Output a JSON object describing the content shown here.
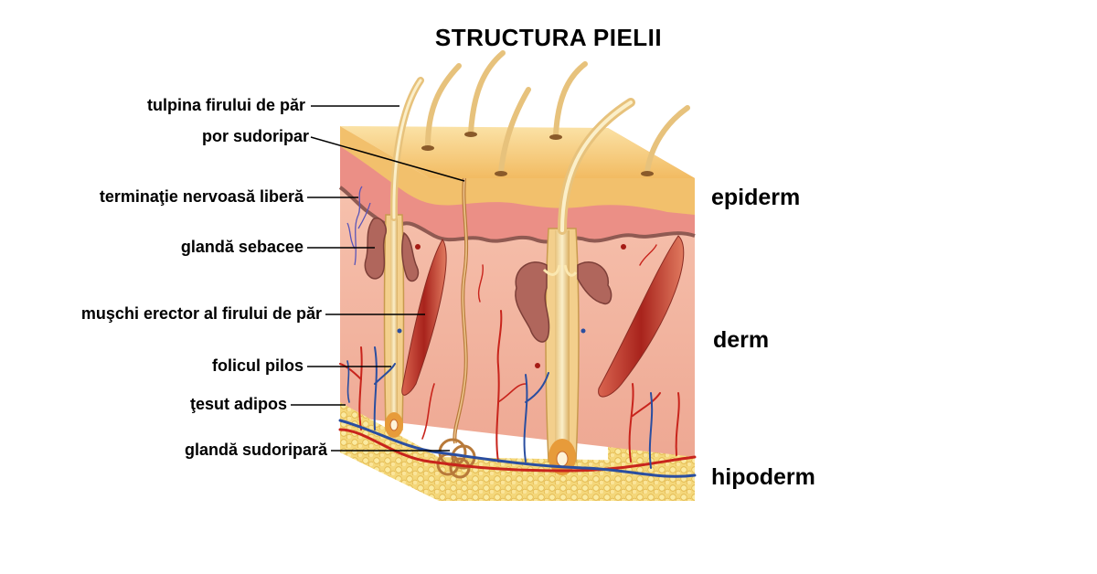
{
  "title": "STRUCTURA  PIELII",
  "labels": {
    "hair_shaft": "tulpina firului de păr",
    "sweat_pore": "por sudoripar",
    "nerve_ending": "terminaţie nervoasă liberă",
    "sebaceous_gland": "glandă sebacee",
    "erector_muscle": "muşchi erector al firului de păr",
    "hair_follicle": "folicul pilos",
    "adipose_tissue": "ţesut adipos",
    "sweat_gland": "glandă sudoripară"
  },
  "layers": {
    "epidermis": "epiderm",
    "dermis": "derm",
    "hypodermis": "hipoderm"
  },
  "colors": {
    "epidermis": "#f6c878",
    "dermis": "#f3b4a0",
    "hypodermis": "#f2dc82",
    "hair": "#f0d9a0",
    "gland": "#b0665c",
    "muscle": "#b8342a",
    "artery": "#c8241c",
    "vein": "#2a4ea0"
  }
}
